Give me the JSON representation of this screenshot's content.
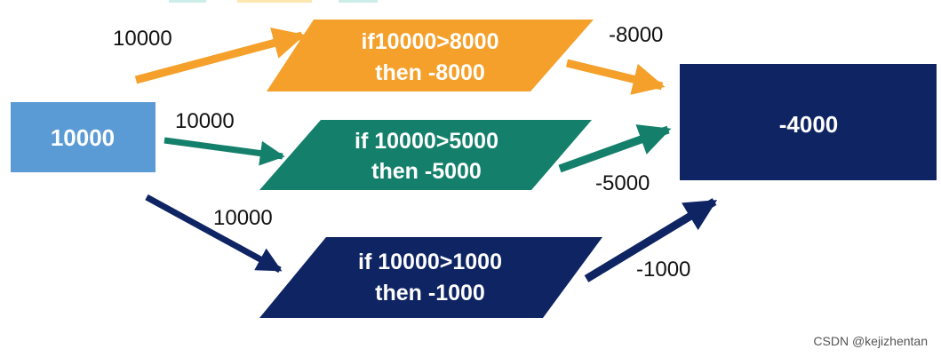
{
  "colors": {
    "input_box": "#5b9bd5",
    "orange": "#f5a02a",
    "teal": "#14806b",
    "navy": "#0e2463",
    "result_box": "#0e2463",
    "top_legend_cyan": "#cdeee8",
    "top_legend_yellow": "#fde7b0",
    "text_dark": "#111111",
    "text_white": "#ffffff"
  },
  "input": {
    "value": "10000"
  },
  "branches": [
    {
      "in_label": "10000",
      "line1": "if10000>8000",
      "line2": "then  -8000",
      "out_label": "-8000",
      "color_key": "orange"
    },
    {
      "in_label": "10000",
      "line1": "if 10000>5000",
      "line2": "then -5000",
      "out_label": "-5000",
      "color_key": "teal"
    },
    {
      "in_label": "10000",
      "line1": "if 10000>1000",
      "line2": "then -1000",
      "out_label": "-1000",
      "color_key": "navy"
    }
  ],
  "result": {
    "value": "-4000"
  },
  "watermark": "CSDN @kejizhentan"
}
